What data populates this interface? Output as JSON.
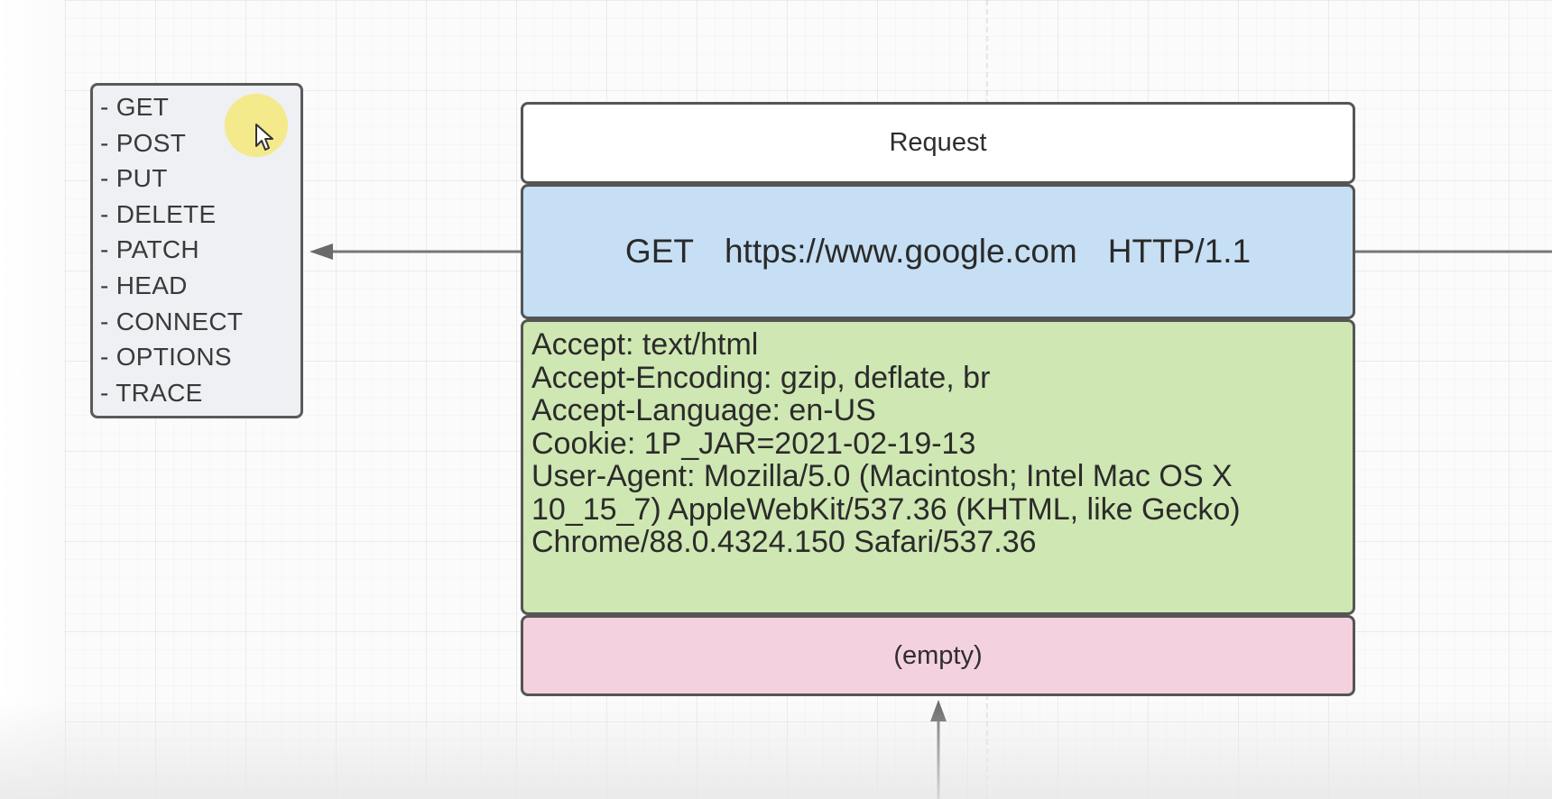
{
  "methods": [
    "- GET",
    "- POST",
    "- PUT",
    "- DELETE",
    "- PATCH",
    "- HEAD",
    "- CONNECT",
    "- OPTIONS",
    "- TRACE"
  ],
  "request": {
    "title": "Request",
    "method": "GET",
    "url": "https://www.google.com",
    "version": "HTTP/1.1",
    "headers": [
      "Accept: text/html",
      "Accept-Encoding: gzip, deflate, br",
      "Accept-Language: en-US",
      "Cookie: 1P_JAR=2021-02-19-13",
      "User-Agent: Mozilla/5.0 (Macintosh; Intel Mac OS X 10_15_7) AppleWebKit/537.36 (KHTML, like Gecko) Chrome/88.0.4324.150 Safari/537.36"
    ],
    "body": "(empty)"
  },
  "colors": {
    "request_line_bg": "#c6dff4",
    "headers_bg": "#cfe7b2",
    "body_bg": "#f3d1de",
    "methods_bg": "#eef0f4",
    "border": "#555555",
    "cursor_highlight": "#f5e878"
  }
}
